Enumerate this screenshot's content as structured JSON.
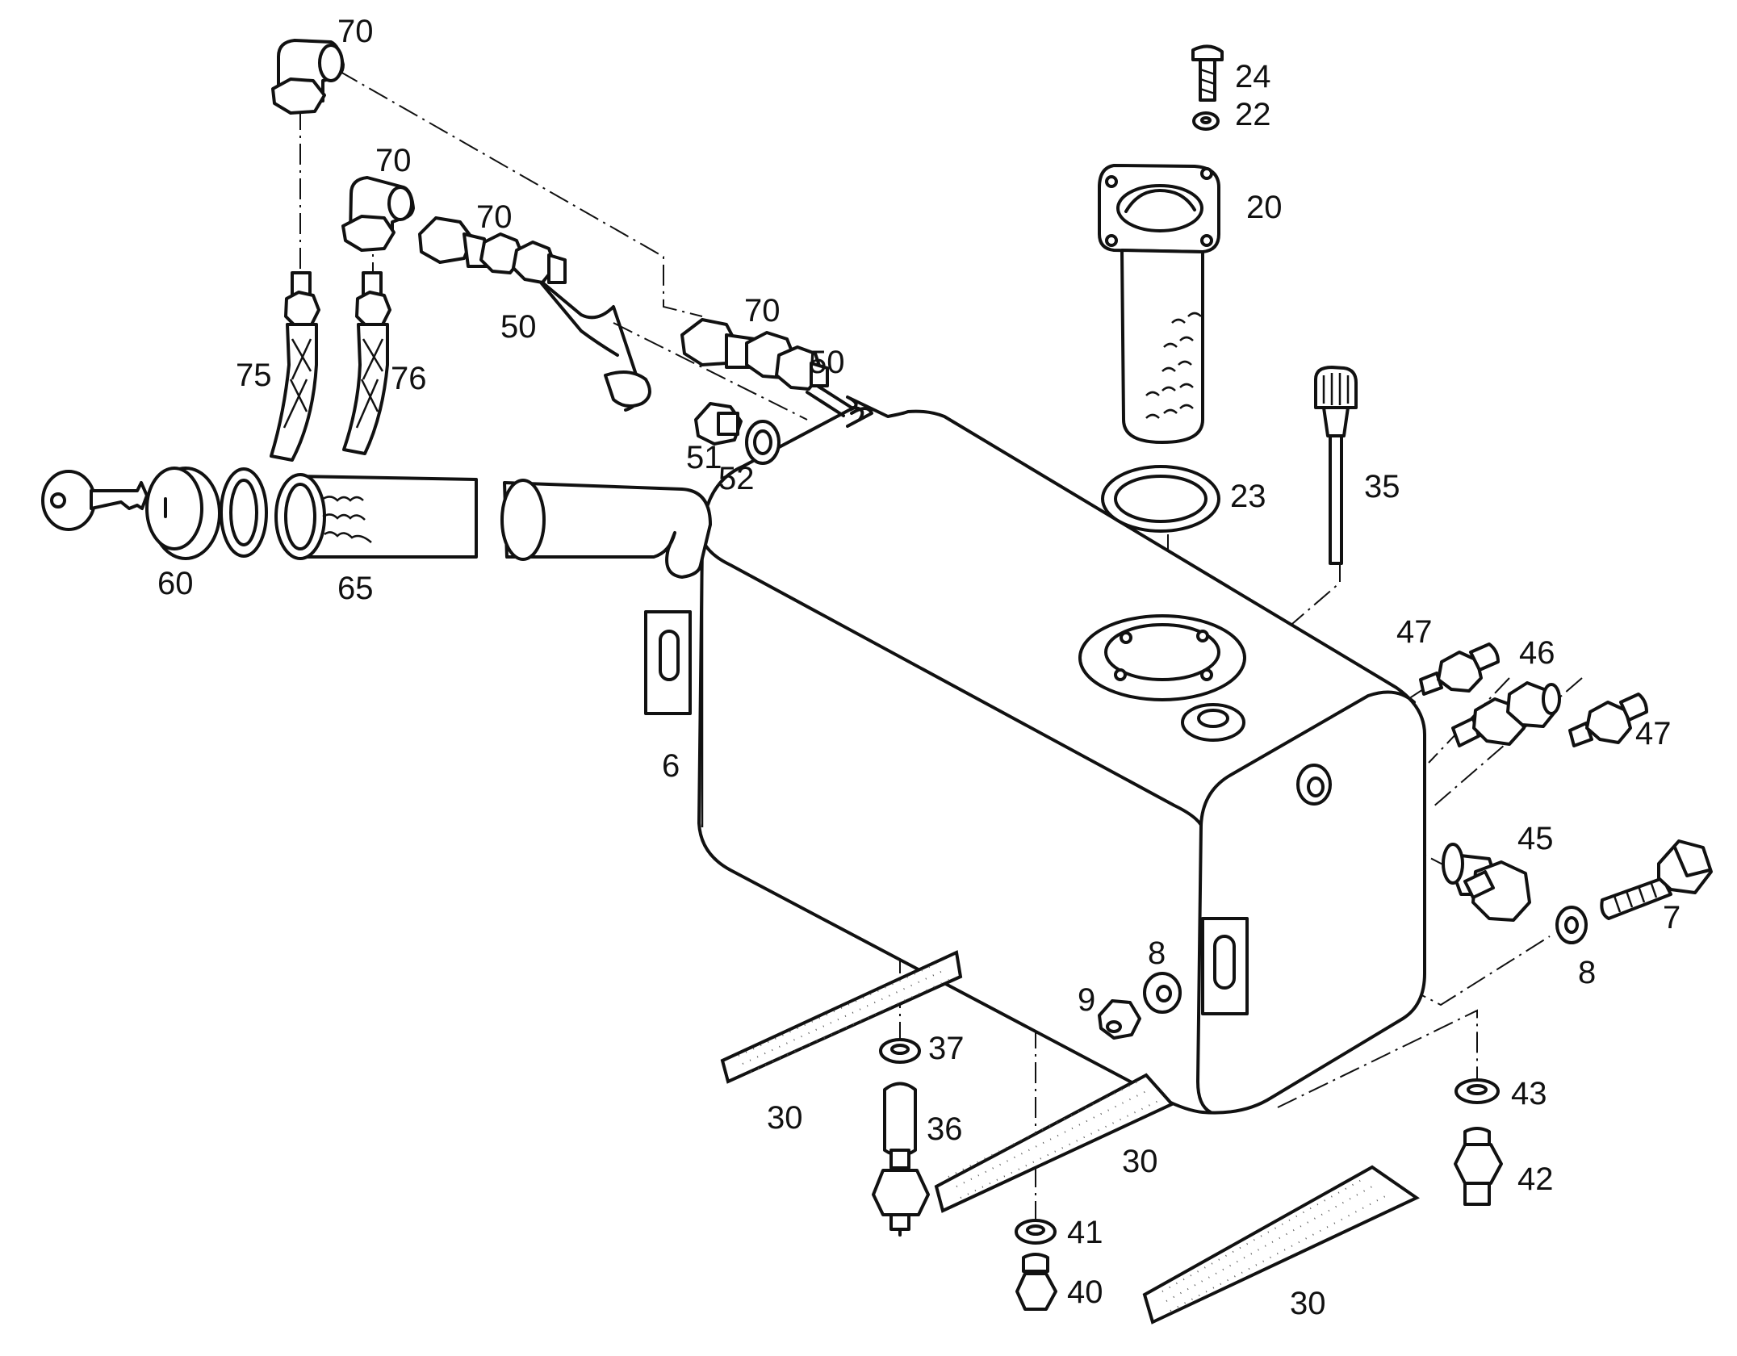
{
  "labels": {
    "p70a": "70",
    "p70b": "70",
    "p70c": "70",
    "p70d": "70",
    "p50a": "50",
    "p50b": "50",
    "p75": "75",
    "p76": "76",
    "p24": "24",
    "p22": "22",
    "p20": "20",
    "p23": "23",
    "p35": "35",
    "p51": "51",
    "p52": "52",
    "p60": "60",
    "p65": "65",
    "p6": "6",
    "p47a": "47",
    "p47b": "47",
    "p46": "46",
    "p45": "45",
    "p7": "7",
    "p8a": "8",
    "p8b": "8",
    "p9": "9",
    "p37": "37",
    "p36": "36",
    "p30a": "30",
    "p30b": "30",
    "p30c": "30",
    "p41": "41",
    "p40": "40",
    "p43": "43",
    "p42": "42"
  },
  "colors": {
    "line": "#111111",
    "background": "#ffffff"
  }
}
